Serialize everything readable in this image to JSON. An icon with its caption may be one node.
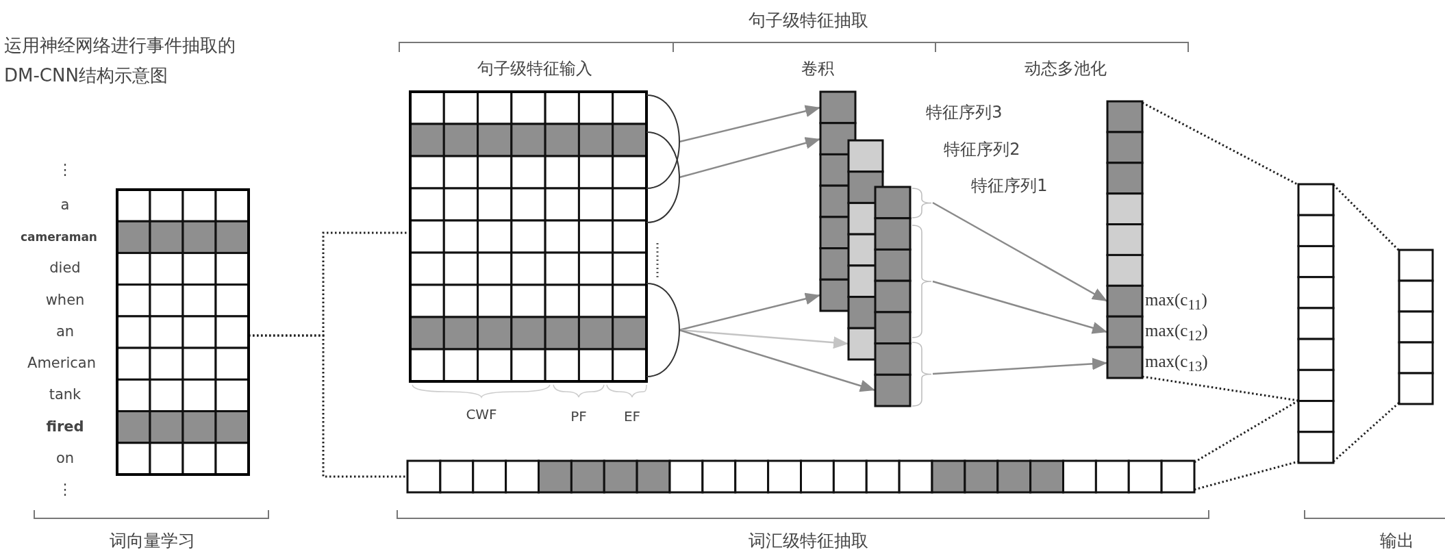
{
  "diagram": {
    "title": "运用神经网络进行事件抽取的DM-CNN结构示意图",
    "nodes": [
      {
        "text": [],
        "shape": "box"
      },
      {
        "text": [],
        "shape": "box"
      },
      {
        "text": [],
        "shape": "bar"
      },
      {
        "text": [],
        "shape": "bar"
      },
      {
        "text": [],
        "shape": "bar"
      },
      {
        "text": [],
        "shape": "bar",
        "beside": [
          "max(c$_{11}$)",
          "max(c$_{12}$)",
          "max(c$_{13}$)"
        ]
      },
      {
        "text": [],
        "shape": "bar"
      },
      {
        "text": [],
        "shape": "bar"
      },
      {
        "text": [],
        "shape": "bar"
      }
    ],
    "edges": [
      {
        "from": 0,
        "to": 1,
        "arrow": "none",
        "style": "dashed"
      },
      {
        "from": 0,
        "to": 6,
        "arrow": "none",
        "style": "dashed"
      },
      {
        "from": 1,
        "to": 2,
        "arrow": "to",
        "color": "#8a8a8a"
      },
      {
        "from": 1,
        "to": 2,
        "arrow": "to",
        "color": "#8a8a8a"
      },
      {
        "from": 1,
        "to": 2,
        "arrow": "to",
        "color": "#8a8a8a"
      },
      {
        "from": 1,
        "to": 3,
        "arrow": "to",
        "color": "#c4c4c4"
      },
      {
        "from": 1,
        "to": 4,
        "arrow": "to",
        "color": "#8a8a8a"
      },
      {
        "from": 4,
        "to": 5,
        "arrow": "to",
        "color": "#8a8a8a"
      },
      {
        "from": 4,
        "to": 5,
        "arrow": "to",
        "color": "#8a8a8a"
      },
      {
        "from": 4,
        "to": 5,
        "arrow": "to",
        "color": "#8a8a8a"
      },
      {
        "from": 5,
        "to": 7,
        "arrow": "none",
        "style": "dashed"
      },
      {
        "from": 5,
        "to": 7,
        "arrow": "none",
        "style": "dashed"
      },
      {
        "from": 6,
        "to": 7,
        "arrow": "none",
        "style": "dashed"
      },
      {
        "from": 6,
        "to": 7,
        "arrow": "none",
        "style": "dashed"
      },
      {
        "from": 7,
        "to": 8,
        "arrow": "none",
        "style": "dashed"
      },
      {
        "from": 7,
        "to": 8,
        "arrow": "none",
        "style": "dashed"
      }
    ],
    "labels": [
      "⋮",
      "a",
      "cameraman",
      "died",
      "when",
      "an",
      "American",
      "tank",
      "fired",
      "on",
      "⋮",
      "句子级特征抽取",
      "句子级特征输入",
      "卷积",
      "动态多池化",
      "特征序列3",
      "特征序列2",
      "特征序列1",
      "CWF",
      "PF",
      "EF",
      "词向量学习",
      "词汇级特征抽取",
      "输出"
    ]
  }
}
